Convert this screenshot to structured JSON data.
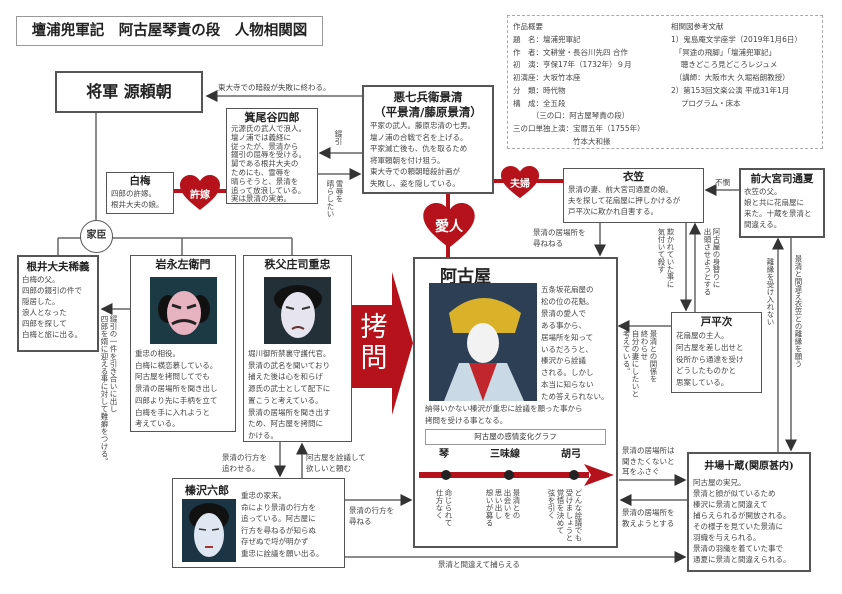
{
  "title": "壇浦兜軍記　阿古屋琴責の段　人物相関図",
  "info": {
    "overview_title": "作品概要",
    "overview": "題　名：壇浦兜軍記\n作　者：文耕堂・長谷川先四 合作\n初　演：亨保17年（1732年）９月\n初演座：大坂竹本座\n分　類：時代物\n構　成：全五段\n　　　（三の口：阿古屋琴責の段）\n三の口単独上演：宝暦五年（1755年）\n　　　　　　　　竹本大和掾",
    "refs_title": "相関図参考文献",
    "refs": "1）鬼島庵文学座学（2019年1月6日）\n　「冥途の飛脚」「壇浦兜軍記」\n　 聴きどころ見どころレジュメ\n　（講師：大阪市大 久堀裕朗教授）\n2）第153回文楽公演 平成31年1月\n　 プログラム・床本"
  },
  "characters": {
    "yoritomo": {
      "name": "将軍 源頼朝"
    },
    "kagekiyo": {
      "name": "悪七兵衛景清\n（平景清/藤原景清）",
      "desc": "平家の武人。藤原忠清の七男。\n壇ノ浦の合戦で名を上げる。\n平家滅亡後も、仇を取るため\n将軍頼朝を付け狙う。\n東大寺での頼朝暗殺計画が\n失敗し、姿を隠している。"
    },
    "shiro": {
      "name": "箕尾谷四郎",
      "desc": "元源氏の武人で浪人。\n壇ノ浦では義経に\n従ったが、景清から\n錣引の屈辱を受ける。\n舅である根井大夫の\nためにも、雪辱を\n晴らそうと、景清を\n追って放浪している。\n実は景清の実弟。"
    },
    "shiraume": {
      "name": "白梅",
      "desc": "四郎の許嫁。\n根井大夫の娘。"
    },
    "nei": {
      "name": "根井大夫稀義",
      "desc": "白梅の父。\n四郎の錣引の件で\n隠居した。\n浪人となった\n四郎を探して\n白梅と旅に出る。"
    },
    "iwanaga": {
      "name": "岩永左衛門",
      "desc": "重忠の相役。\n白梅に横恋慕している。\n阿古屋を拷問してでも\n景清の居場所を聞き出し\n四郎より先に手柄を立て\n白梅を手に入れようと\n考えている。"
    },
    "shigetada": {
      "name": "秩父庄司重忠",
      "desc": "堀川御所禁裏守護代官。\n景清の武名を聞いており\n捕えた後は心を和らげ\n源氏の武士として配下に\n置こうと考えている。\n景清の居場所を聞き出す\nため、阿古屋を拷問に\nかける。"
    },
    "hanzawa": {
      "name": "榛沢六郎",
      "desc": "重忠の家来。\n命により景清の行方を\n追っている。阿古屋に\n行方を尋ねるが知らぬ\n存ぜぬで埒が明かず\n重忠に詮議を願い出る。"
    },
    "akoya": {
      "name": "阿古屋",
      "desc": "五条坂花扇屋の\n松の位の花魁。\n景清の愛人で\nある事から、\n居場所を知って\nいるだろうと、\n榛沢から詮議\nされる。しかし\n本当に知らない\nため答えられない。",
      "desc2": "納得いかない榛沢が重忠に詮議を願った事から\n拷問を受ける事となる。"
    },
    "kinugasa": {
      "name": "衣笠",
      "desc": "景清の妻、前大宮司通夏の娘。\n夫を探して花扇屋に押しかけるが\n戸平次に欺かれ自害する。"
    },
    "michinatsu": {
      "name": "前大宮司通夏",
      "desc": "衣笠の父。\n娘と共に花扇屋に\n来た。十蔵を景清と\n間違える。"
    },
    "taheiji": {
      "name": "戸平次",
      "desc": "花扇屋の主人。\n阿古屋を差し出せと\n役所から通達を受け\nどうしたものかと\n思案している。"
    },
    "juzo": {
      "name": "井場十蔵(関原甚内)",
      "desc": "阿古屋の実兄。\n景清と顔が似ているため\n榛沢に景清と間違えて\n捕らえられるが開放される。\nその様子を見ていた景清に\n羽織を与えられる。\n景清の羽織を着ていた事で\n通夏に景清と間違えられる。"
    }
  },
  "relations": {
    "assassination": "東大寺での暗殺が失敗に終わる。",
    "shikorobiki": "錣引",
    "revenge": "雪辱を\n晴らしたい",
    "fiance": "許嫁",
    "retainer": "家臣",
    "couple": "夫婦",
    "lover": "愛人",
    "torture": "拷問",
    "nei_note": "錣引の一件を引き合いに出し\n四郎を婿に迎える事に対して難癖をつける。",
    "pity": "不憫",
    "ask_where": "景清の居場所を\n尋ねねる",
    "noticed": "欺かれていた事に\n気付いて殺す",
    "substitute": "阿古屋の身替りに\n出頭させようとする",
    "taheiji_akoya": "景清との関係を\n終わらせ\n自分の妻にしたいと\n考えている。",
    "refuse_divorce": "離縁を受け入れない",
    "want_divorce": "景清と間違え衣笠との離縁を願う",
    "chase": "景清の行方を\n追わせる。",
    "request": "阿古屋を詮議して\n欲しいと頼む",
    "hanzawa_ask": "景清の行方を\n尋ねる",
    "ears": "景清の居場所は\n聞きたくないと\n耳をふさぐ",
    "tell": "景清の居場所を\n教えようとする",
    "capture": "景清と間違えて捕らえる"
  },
  "emotion_graph": {
    "title": "阿古屋の感情変化グラフ",
    "stages": [
      {
        "label": "琴",
        "note": "命じられて\n仕方なく"
      },
      {
        "label": "三味線",
        "note": "景清との\n出会いを\n思い出し\n想いが募る"
      },
      {
        "label": "胡弓",
        "note": "どんな詮議でも\n受けましょうと\n覚悟を決めて\n弦を引く"
      }
    ]
  },
  "colors": {
    "accent": "#b5121b",
    "border": "#555555"
  }
}
